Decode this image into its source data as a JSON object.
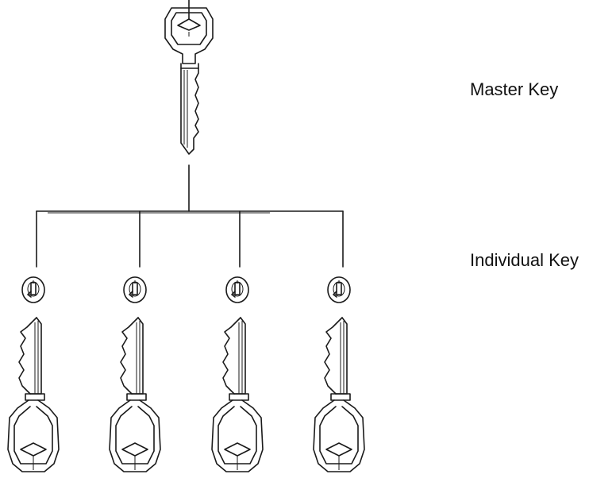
{
  "diagram": {
    "labels": {
      "master": "Master Key",
      "individual": "Individual Key"
    },
    "tree": {
      "root": "master-key",
      "children": [
        "individual-key-1",
        "individual-key-2",
        "individual-key-3",
        "individual-key-4"
      ]
    },
    "colors": {
      "ink": "#1a1a1a",
      "background": "#ffffff"
    }
  }
}
